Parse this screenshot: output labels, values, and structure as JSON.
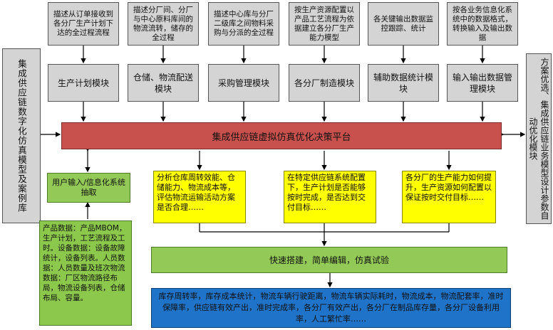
{
  "descriptions": [
    "描述从订单接收到各分厂生产计划下达的全过程流程",
    "描述分厂间、分厂与中心原料库间的物流流转，储存的全过程",
    "描述中心库与分厂二级库之间物料采购与分派的全过程",
    "按生产资源配置以产品工艺流程为依据建立各分厂生产能力模型",
    "各关键输出数据监控跟踪、统计",
    "按各业务信息化系统中的数据格式，转换输入及输出数据"
  ],
  "modules": [
    "生产计划模块",
    "仓储、物流配送模块",
    "采购管理模块",
    "各分厂制造模块",
    "辅助数据统计模块",
    "输入输出数据管理模块"
  ],
  "left_side": "集成供应链数字化仿真模型及案例库",
  "right_side": "方案优选、集成供应链业务模型设计参数自动优化模块",
  "platform": "集成供应链虚拟仿真优化决策平台",
  "user_input": "用户输入/信息化系统抽取",
  "data_list": "产品数据：产品MBOM，生产计划，工艺流程及工时。设备数据：设备故障统计，设备列表。人员数据：人员数量及班次物流数据：厂区物流路径布局，物流设备列表，仓储布局、容量。",
  "analysis": [
    "分析仓库周转效能、仓储能力、物流成本等，评估物流运输活动方案是否合理……",
    "在特定供应链系统配置下，生产计划是否能够按时完成，是否达到交付目标……",
    "各分厂的生产能力如何提升，生产资源如何配置以保证按时交付目标……"
  ],
  "quick_build": "快速搭建，简单编辑，仿真试验",
  "metrics": "库存周转率，库存成本统计，物流车辆行驶距离，物流车辆实际耗时，物流成本，物流配套率，准时保障率，供应链有效产出，准时完成率，各分厂有效产出，各分厂在制品库存量，各分厂设备利用率，人工繁忙率……"
}
